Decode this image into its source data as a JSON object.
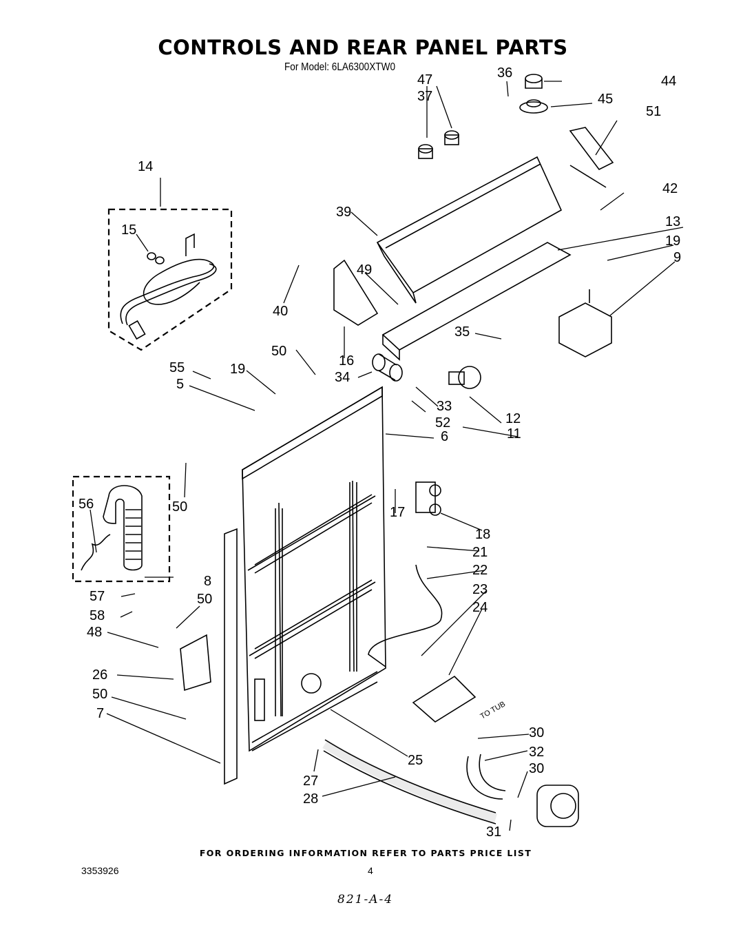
{
  "header": {
    "title": "CONTROLS AND REAR PANEL PARTS",
    "model": "For Model: 6LA6300XTW0"
  },
  "callouts": [
    "47",
    "37",
    "36",
    "44",
    "45",
    "51",
    "14",
    "15",
    "42",
    "39",
    "13",
    "19",
    "9",
    "40",
    "49",
    "35",
    "16",
    "50",
    "55",
    "34",
    "19",
    "5",
    "33",
    "12",
    "52",
    "11",
    "6",
    "50",
    "56",
    "17",
    "18",
    "21",
    "22",
    "8",
    "23",
    "57",
    "58",
    "50",
    "24",
    "48",
    "26",
    "50",
    "7",
    "30",
    "32",
    "25",
    "30",
    "27",
    "28",
    "31"
  ],
  "annotations": {
    "to_tub": "TO TUB"
  },
  "footer": {
    "ordering": "FOR ORDERING INFORMATION REFER TO PARTS PRICE LIST",
    "doc_number": "3353926",
    "page": "4",
    "handwritten": "821-A-4"
  }
}
